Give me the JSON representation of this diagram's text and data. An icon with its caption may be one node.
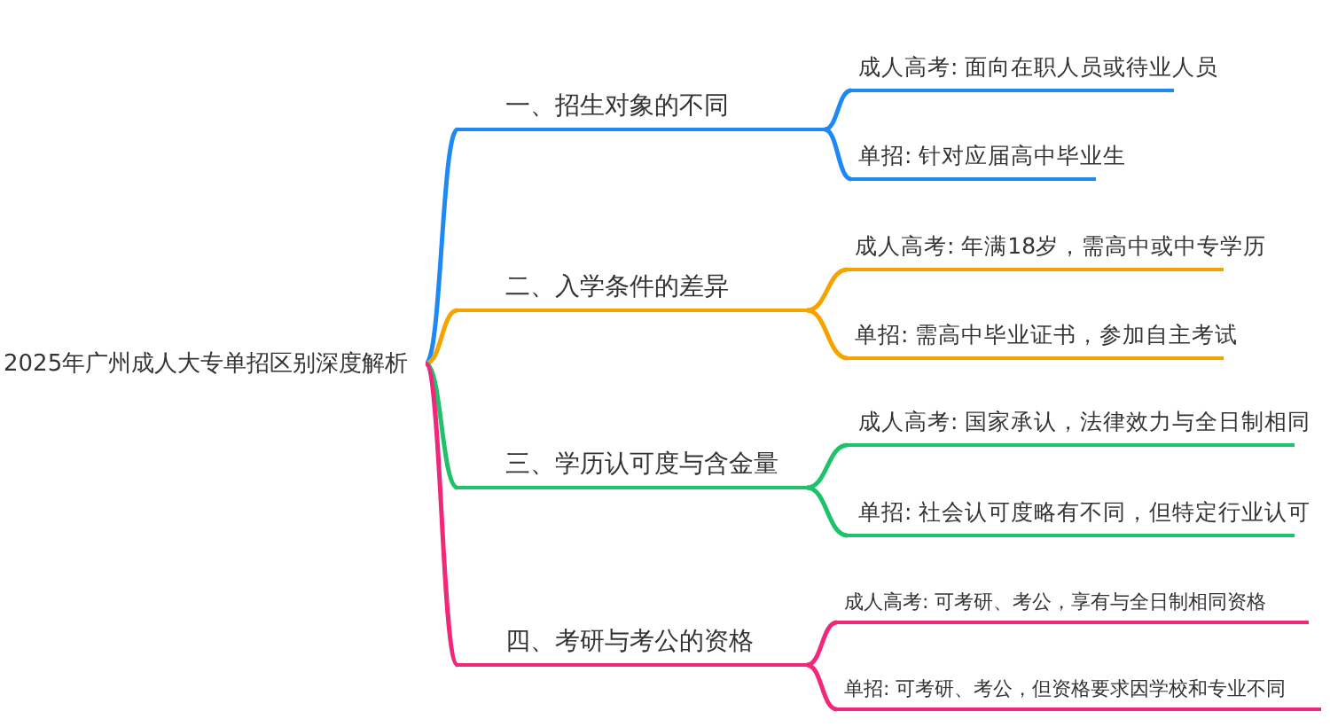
{
  "diagram": {
    "nodes": [
      {
        "text": [
          "2025年广州成人大专单招区别深度解析"
        ]
      },
      {
        "text": [
          "一、招生对象的不同"
        ]
      },
      {
        "text": [
          "成人高考: 面向在职人员或待业人员"
        ]
      },
      {
        "text": [
          "单招: 针对应届高中毕业生"
        ]
      },
      {
        "text": [
          "二、入学条件的差异"
        ]
      },
      {
        "text": [
          "成人高考: 年满18岁，需高中或中专学历"
        ]
      },
      {
        "text": [
          "单招: 需高中毕业证书，参加自主考试"
        ]
      },
      {
        "text": [
          "三、学历认可度与含金量"
        ]
      },
      {
        "text": [
          "成人高考: 国家承认，法律效力与全日制相同"
        ]
      },
      {
        "text": [
          "单招: 社会认可度略有不同，但特定行业认可"
        ]
      },
      {
        "text": [
          "四、考研与考公的资格"
        ]
      },
      {
        "text": [
          "成人高考: 可考研、考公，享有与全日制相同资格"
        ]
      },
      {
        "text": [
          "单招: 可考研、考公，但资格要求因学校和专业不同"
        ]
      }
    ],
    "edges": [
      {
        "from": 0,
        "to": 1,
        "arrow": "none",
        "color": "#1e88f5"
      },
      {
        "from": 1,
        "to": 2,
        "arrow": "none",
        "color": "#1e88f5"
      },
      {
        "from": 1,
        "to": 3,
        "arrow": "none",
        "color": "#1e88f5"
      },
      {
        "from": 0,
        "to": 4,
        "arrow": "none",
        "color": "#f5a300"
      },
      {
        "from": 4,
        "to": 5,
        "arrow": "none",
        "color": "#f5a300"
      },
      {
        "from": 4,
        "to": 6,
        "arrow": "none",
        "color": "#f5a300"
      },
      {
        "from": 0,
        "to": 7,
        "arrow": "none",
        "color": "#1ec26a"
      },
      {
        "from": 7,
        "to": 8,
        "arrow": "none",
        "color": "#1ec26a"
      },
      {
        "from": 7,
        "to": 9,
        "arrow": "none",
        "color": "#1ec26a"
      },
      {
        "from": 0,
        "to": 10,
        "arrow": "none",
        "color": "#f0287a"
      },
      {
        "from": 10,
        "to": 11,
        "arrow": "none",
        "color": "#f0287a"
      },
      {
        "from": 10,
        "to": 12,
        "arrow": "none",
        "color": "#f0287a"
      }
    ]
  }
}
